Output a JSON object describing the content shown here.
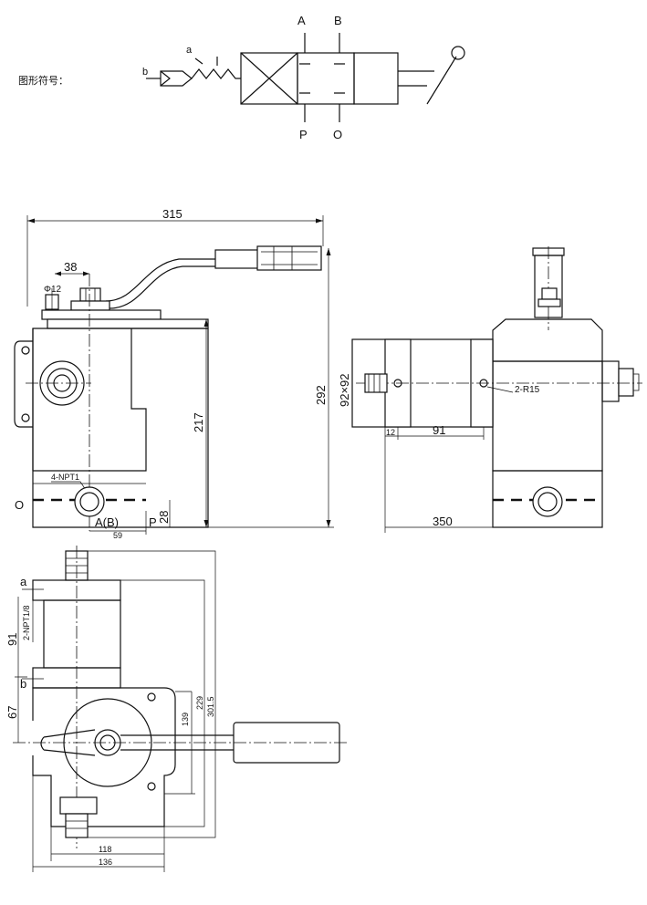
{
  "symbol": {
    "caption": "图形符号：",
    "port_a": "A",
    "port_b": "B",
    "port_p": "P",
    "port_o": "O",
    "pilot_a": "a",
    "pilot_b": "b"
  },
  "front_view": {
    "dim_total_width": "315",
    "dim_handle_offset": "38",
    "dim_pin_dia": "Φ12",
    "dim_body_height": "217",
    "dim_total_height": "292",
    "dim_port_height": "28",
    "dim_port_offset": "59",
    "label_thread": "4-NPT1",
    "port_o": "O",
    "port_ab": "A(B)",
    "port_p": "P"
  },
  "side_view": {
    "dim_square": "92×92",
    "dim_radius": "2-R15",
    "dim_12": "12",
    "dim_91": "91",
    "dim_350": "350"
  },
  "top_view": {
    "pilot_a": "a",
    "pilot_b": "b",
    "label_thread": "2-NPT1/8",
    "dim_91": "91",
    "dim_67": "67",
    "dim_139": "139",
    "dim_229": "229",
    "dim_301": "301.5",
    "dim_118": "118",
    "dim_136": "136"
  }
}
